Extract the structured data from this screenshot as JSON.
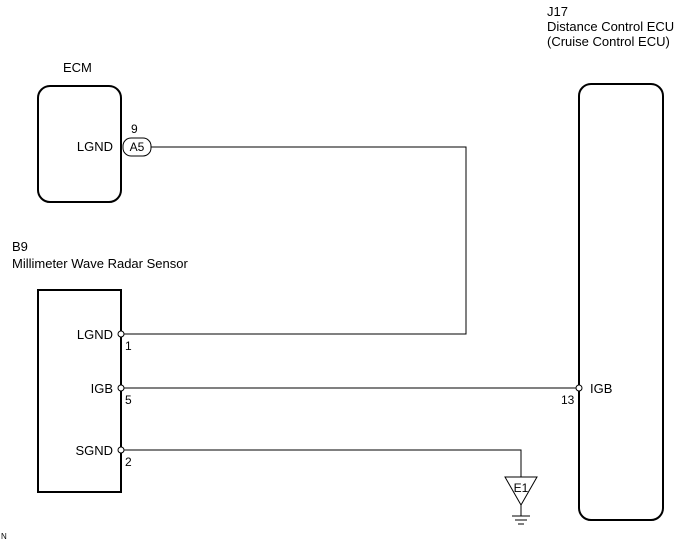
{
  "ecu": {
    "code": "J17",
    "name": "Distance Control ECU",
    "alt_name": "(Cruise Control ECU)",
    "pin_igb_label": "IGB",
    "pin_igb_number": "13"
  },
  "ecm": {
    "name": "ECM",
    "pin_lgnd_label": "LGND",
    "pin_lgnd_number": "9",
    "connector": "A5"
  },
  "sensor": {
    "code": "B9",
    "name": "Millimeter Wave Radar Sensor",
    "pins": [
      {
        "label": "LGND",
        "number": "1"
      },
      {
        "label": "IGB",
        "number": "5"
      },
      {
        "label": "SGND",
        "number": "2"
      }
    ]
  },
  "ground": {
    "label": "E1"
  },
  "corner_mark": "N"
}
